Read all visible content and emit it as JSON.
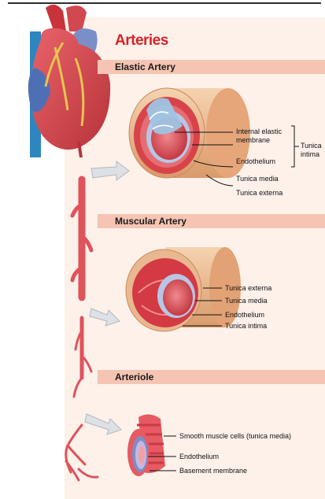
{
  "title": "Arteries",
  "sections": [
    {
      "heading": "Elastic Artery",
      "labels": {
        "internal_elastic_membrane": "Internal elastic membrane",
        "endothelium": "Endothelium",
        "tunica_media": "Tunica media",
        "tunica_externa": "Tunica externa",
        "tunica_intima": "Tunica intima"
      }
    },
    {
      "heading": "Muscular Artery",
      "labels": {
        "tunica_externa": "Tunica externa",
        "tunica_media": "Tunica media",
        "endothelium": "Endothelium",
        "tunica_intima": "Tunica intima"
      }
    },
    {
      "heading": "Arteriole",
      "labels": {
        "smooth_muscle": "Smooth muscle cells (tunica media)",
        "endothelium": "Endothelium",
        "basement_membrane": "Basement membrane"
      }
    }
  ],
  "colors": {
    "title": "#d6232a",
    "band": "#f6c4b2",
    "panel": "#fdf1ea",
    "vessel": "#e0525c",
    "externa": "#e8b48a",
    "media": "#d8434a",
    "intima": "#b8c6e6"
  }
}
